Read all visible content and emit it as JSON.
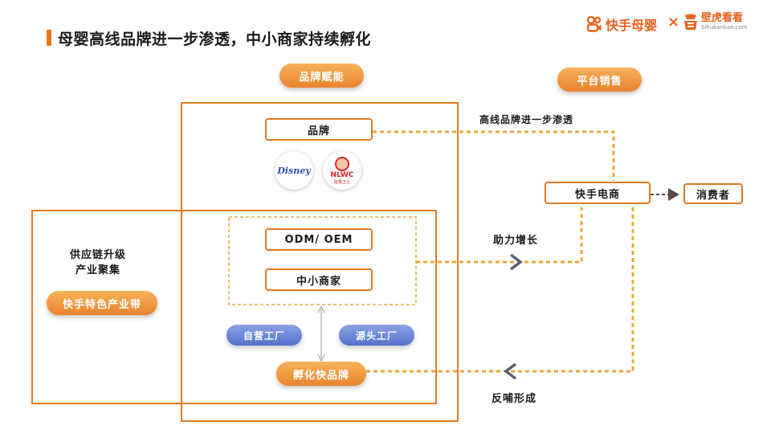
{
  "header": {
    "title": "母婴高线品牌进一步渗透，中小商家持续孵化",
    "logo_kuaishou": "快手母婴",
    "logo_separator": "×",
    "logo_bihu": "壁虎看看",
    "logo_bihu_url": "bihukankan.com"
  },
  "diagram": {
    "brand_empower": "品牌赋能",
    "platform_sales": "平台销售",
    "brand": "品牌",
    "brand_logos": {
      "disney": "Disney",
      "nlw": "NLWC",
      "nlw_sub": "能量卫士"
    },
    "odm_oem": "ODM/ OEM",
    "sme": "中小商家",
    "supply_chain": "供应链升级",
    "industry_cluster": "产业聚集",
    "kuaishou_belt": "快手特色产业带",
    "self_factory": "自营工厂",
    "source_factory": "源头工厂",
    "incubate_brand": "孵化快品牌",
    "kuaishou_ecom": "快手电商",
    "consumer": "消费者",
    "flow_high_brand": "高线品牌进一步渗透",
    "flow_growth": "助力增长",
    "flow_feedback": "反哺形成"
  },
  "colors": {
    "accent": "#e8761e",
    "frame": "#e07a24",
    "dash": "#e8a83a",
    "arrow_dark": "#5a4a44",
    "blue_pill": "#6680d6"
  }
}
